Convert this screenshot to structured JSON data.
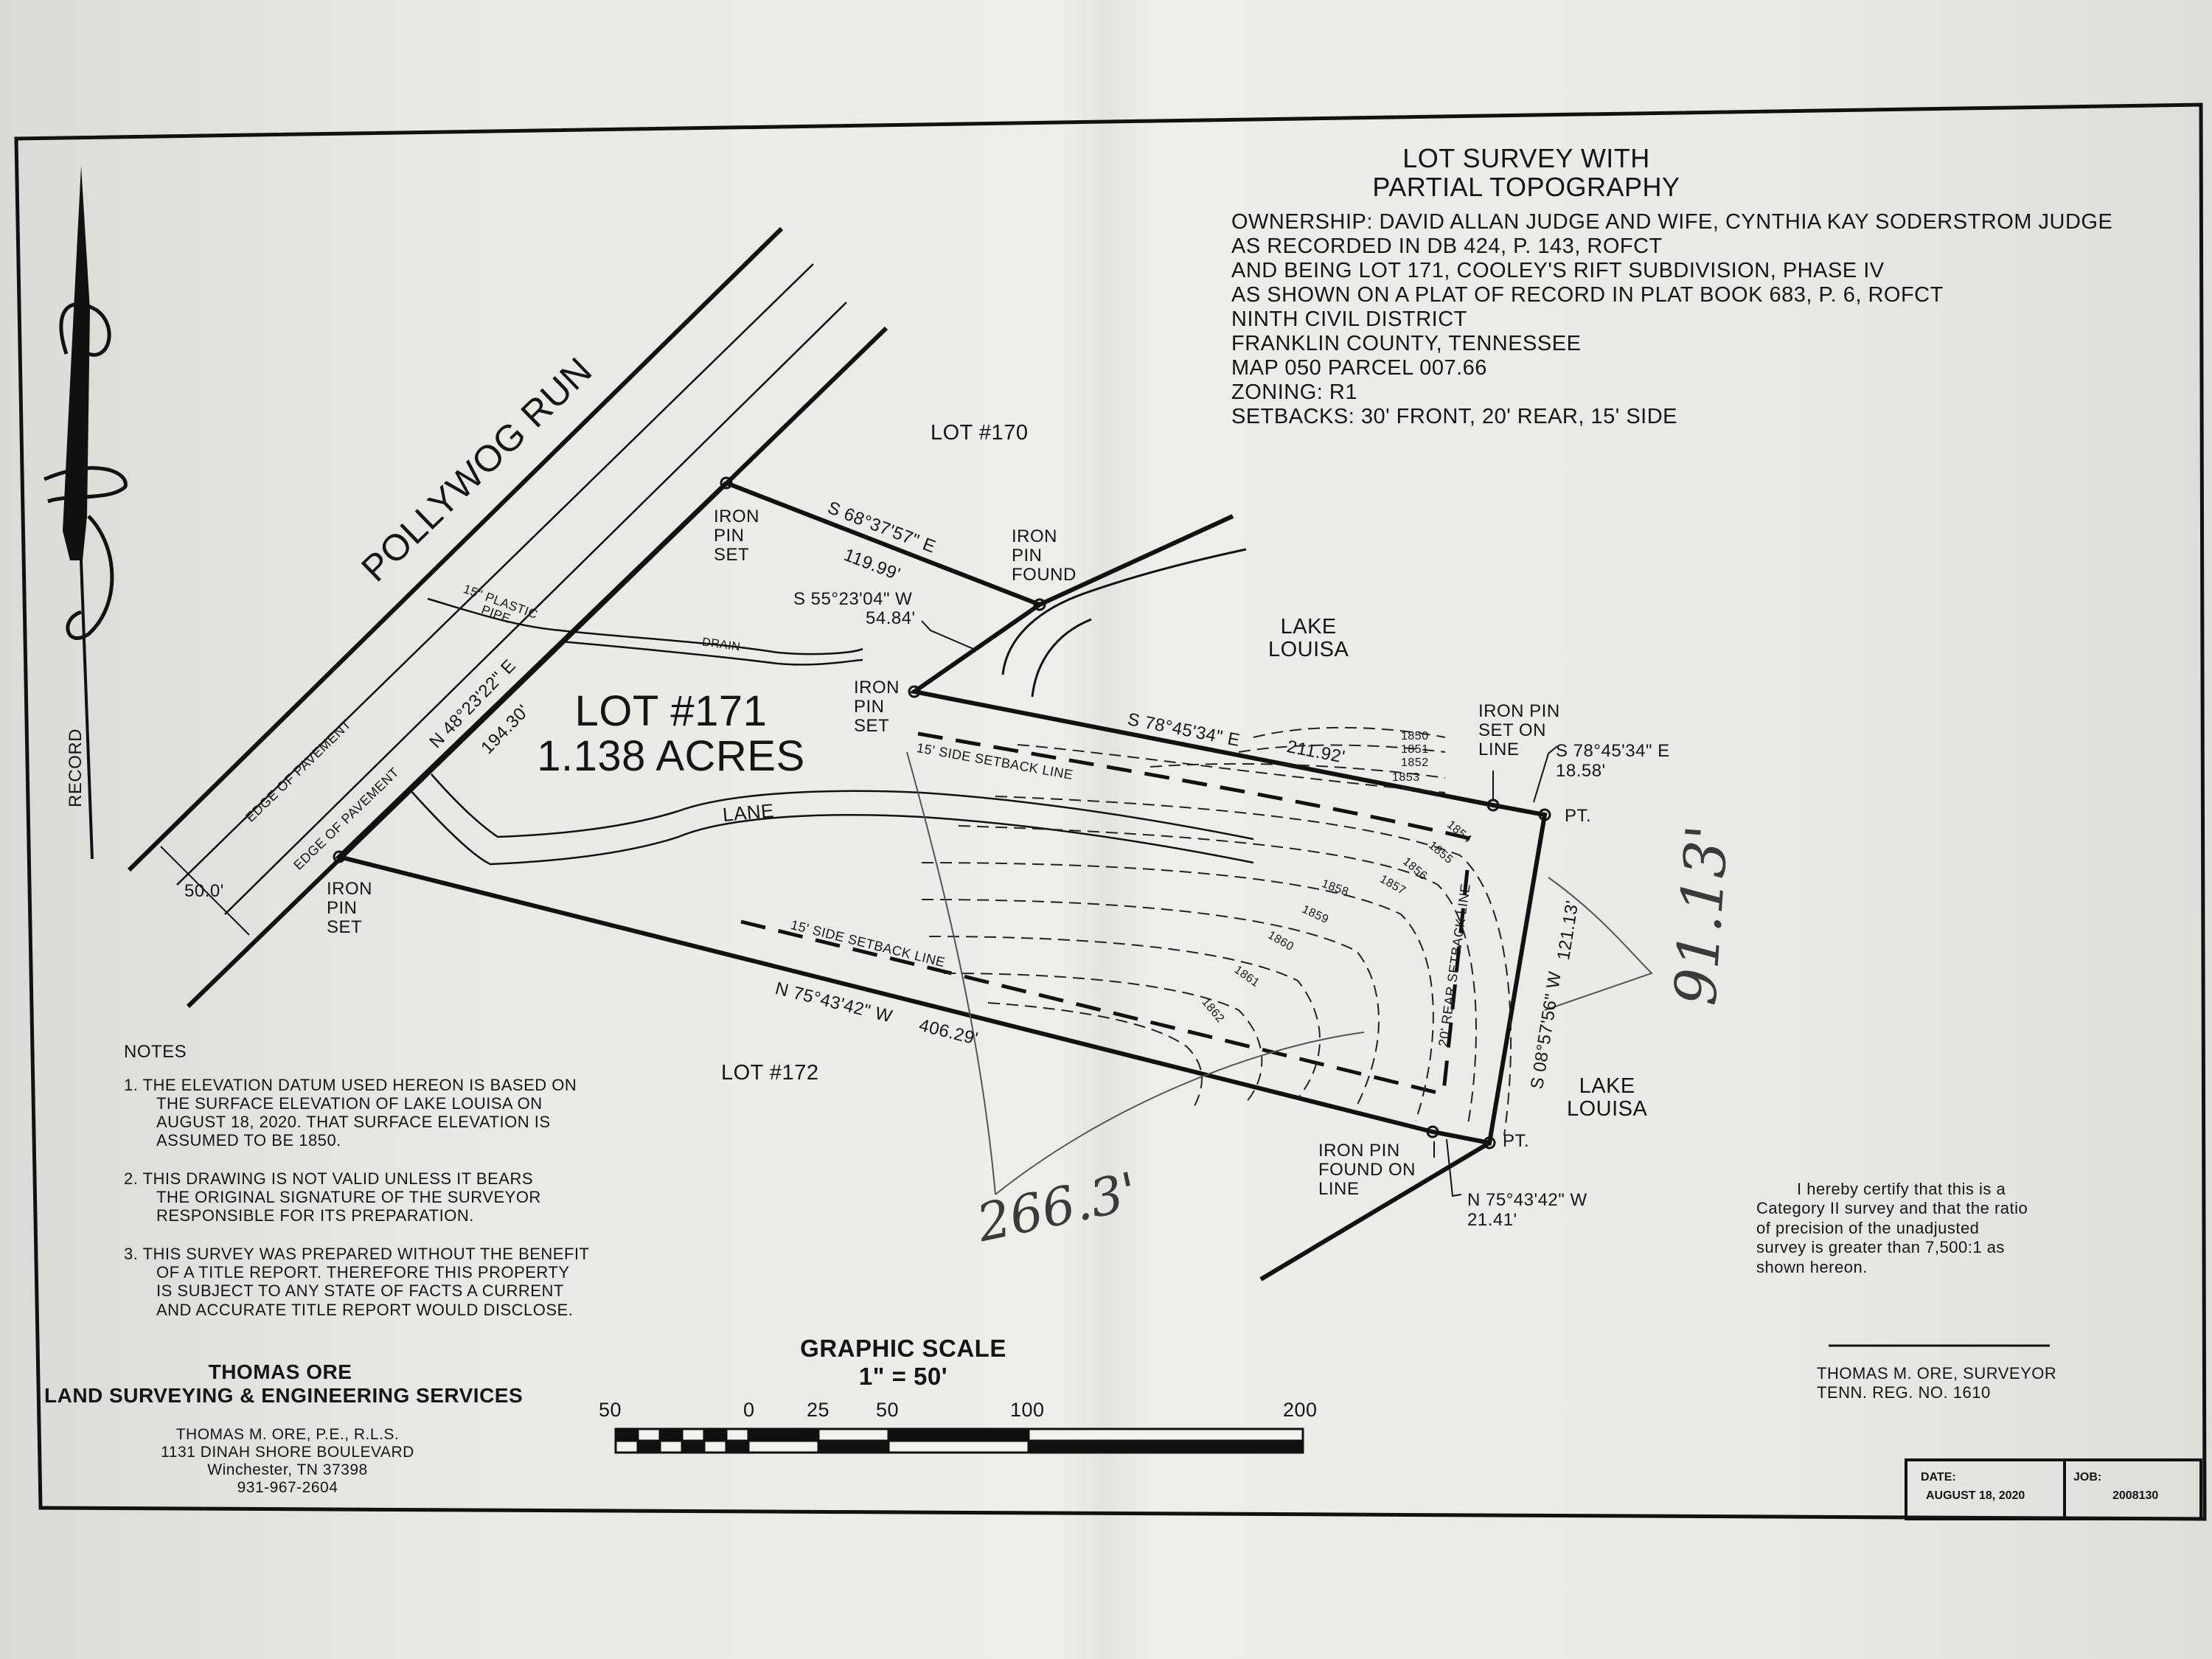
{
  "title": [
    "LOT SURVEY WITH",
    "PARTIAL TOPOGRAPHY"
  ],
  "info_lines": [
    "OWNERSHIP: DAVID ALLAN JUDGE AND WIFE, CYNTHIA KAY SODERSTROM JUDGE",
    "AS RECORDED IN DB 424, P. 143, ROFCT",
    "AND BEING LOT 171, COOLEY'S RIFT SUBDIVISION, PHASE IV",
    "AS SHOWN ON A PLAT OF RECORD IN PLAT BOOK 683, P. 6, ROFCT",
    "NINTH CIVIL DISTRICT",
    "FRANKLIN COUNTY, TENNESSEE",
    "MAP 050 PARCEL 007.66",
    "ZONING: R1",
    "SETBACKS: 30' FRONT, 20' REAR, 15' SIDE"
  ],
  "north_label": "RECORD",
  "road_name": "POLLYWOG RUN",
  "edge_of_pavement": "EDGE OF PAVEMENT",
  "plastic_pipe": [
    "15\" PLASTIC",
    "PIPE"
  ],
  "drain": "DRAIN",
  "lane": "LANE",
  "row_width": "50.0'",
  "lot": {
    "name": "LOT #171",
    "area": "1.138 ACRES"
  },
  "neighbors": {
    "lot170": "LOT #170",
    "lot172": "LOT #172"
  },
  "lake_labels": [
    [
      "LAKE",
      "LOUISA"
    ],
    [
      "LAKE",
      "LOUISA"
    ]
  ],
  "pins": {
    "set_top": [
      "IRON",
      "PIN",
      "SET"
    ],
    "found_top": [
      "IRON",
      "PIN",
      "FOUND"
    ],
    "set_mid": [
      "IRON",
      "PIN",
      "SET"
    ],
    "set_left": [
      "IRON",
      "PIN",
      "SET"
    ],
    "set_on_line": [
      "IRON PIN",
      "SET ON",
      "LINE"
    ],
    "found_on_line": [
      "IRON PIN",
      "FOUND ON",
      "LINE"
    ],
    "pt1": "PT.",
    "pt2": "PT."
  },
  "bearings": {
    "b1": "S 68°37'57\" E",
    "d1": "119.99'",
    "b2": "S 55°23'04\" W",
    "d2": "54.84'",
    "b3": "S 78°45'34\" E",
    "d3": "211.92'",
    "b4": "S 78°45'34\" E",
    "d4": "18.58'",
    "b5": "S 08°57'56\" W",
    "d5": "121.13'",
    "b6": "N 75°43'42\" W",
    "d6": "21.41'",
    "b7": "N 75°43'42\" W",
    "d7": "406.29'",
    "b8": "N 48°23'22\" E",
    "d8": "194.30'"
  },
  "setbacks": {
    "side1": "15' SIDE SETBACK LINE",
    "side2": "15' SIDE SETBACK LINE",
    "rear": "20' REAR SETBACK LINE"
  },
  "contours": [
    "1850",
    "1851",
    "1852",
    "1853",
    "1854",
    "1855",
    "1856",
    "1857",
    "1858",
    "1859",
    "1860",
    "1861",
    "1862"
  ],
  "handwritten": {
    "a": "91.13'",
    "b": "266.3'"
  },
  "notes": {
    "heading": "NOTES",
    "items": [
      [
        "1. THE ELEVATION DATUM USED HEREON IS BASED ON",
        "THE SURFACE ELEVATION OF LAKE LOUISA ON",
        "AUGUST 18, 2020. THAT SURFACE ELEVATION IS",
        "ASSUMED TO BE 1850."
      ],
      [
        "2. THIS DRAWING IS NOT VALID UNLESS IT BEARS",
        "THE ORIGINAL SIGNATURE OF THE SURVEYOR",
        "RESPONSIBLE FOR ITS PREPARATION."
      ],
      [
        "3. THIS SURVEY WAS PREPARED WITHOUT THE BENEFIT",
        "OF A TITLE REPORT. THEREFORE THIS PROPERTY",
        "IS SUBJECT TO ANY STATE OF FACTS A CURRENT",
        "AND ACCURATE TITLE REPORT WOULD DISCLOSE."
      ]
    ]
  },
  "company": {
    "name1": "THOMAS ORE",
    "name2": "LAND SURVEYING & ENGINEERING SERVICES",
    "lines": [
      "THOMAS M. ORE, P.E., R.L.S.",
      "1131 DINAH SHORE BOULEVARD",
      "Winchester, TN 37398",
      "931-967-2604"
    ]
  },
  "scale": {
    "title": "GRAPHIC SCALE",
    "ratio": "1\" = 50'",
    "ticks": [
      "50",
      "0",
      "25",
      "50",
      "100",
      "200"
    ]
  },
  "certification": [
    "I hereby certify that this is a",
    "Category II survey and that the ratio",
    "of precision of the unadjusted",
    "survey is greater than 7,500:1 as",
    "shown hereon."
  ],
  "surveyor": [
    "THOMAS M. ORE, SURVEYOR",
    "TENN. REG. NO. 1610"
  ],
  "title_block": {
    "date_label": "DATE:",
    "date": "AUGUST 18, 2020",
    "job_label": "JOB:",
    "job": "2008130"
  }
}
